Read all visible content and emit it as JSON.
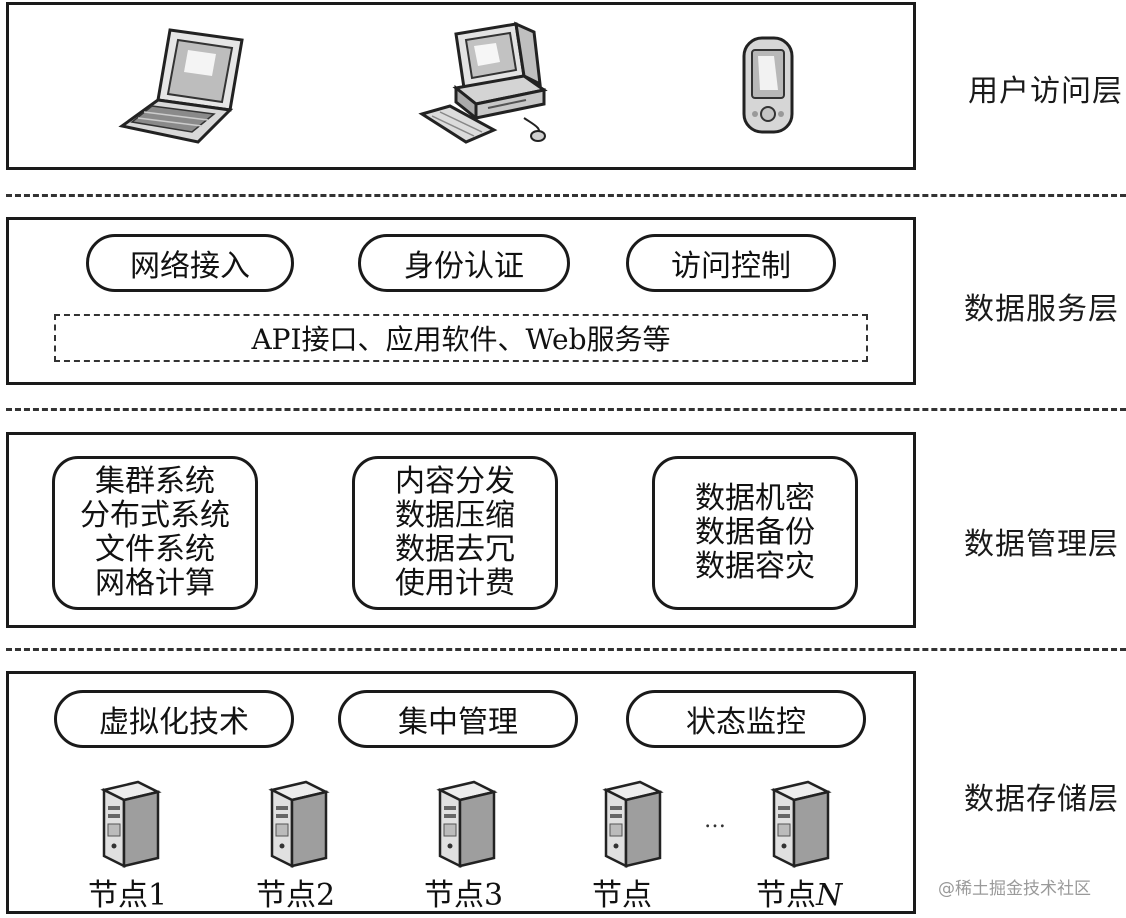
{
  "layers": {
    "user_access": {
      "label": "用户访问层"
    },
    "data_service": {
      "label": "数据服务层",
      "pills": [
        "网络接入",
        "身份认证",
        "访问控制"
      ],
      "api_text": "API接口、应用软件、Web服务等"
    },
    "data_management": {
      "label": "数据管理层",
      "groups": [
        [
          "集群系统",
          "分布式系统",
          "文件系统",
          "网格计算"
        ],
        [
          "内容分发",
          "数据压缩",
          "数据去冗",
          "使用计费"
        ],
        [
          "数据机密",
          "数据备份",
          "数据容灾"
        ]
      ]
    },
    "data_storage": {
      "label": "数据存储层",
      "pills": [
        "虚拟化技术",
        "集中管理",
        "状态监控"
      ],
      "nodes": [
        "节点1",
        "节点2",
        "节点3",
        "节点"
      ],
      "node_n_prefix": "节点",
      "node_n_suffix": "N",
      "ellipsis": "…"
    }
  },
  "icons": [
    "laptop-icon",
    "desktop-computer-icon",
    "mobile-phone-icon",
    "server-icon"
  ],
  "watermark": "@稀土掘金技术社区"
}
